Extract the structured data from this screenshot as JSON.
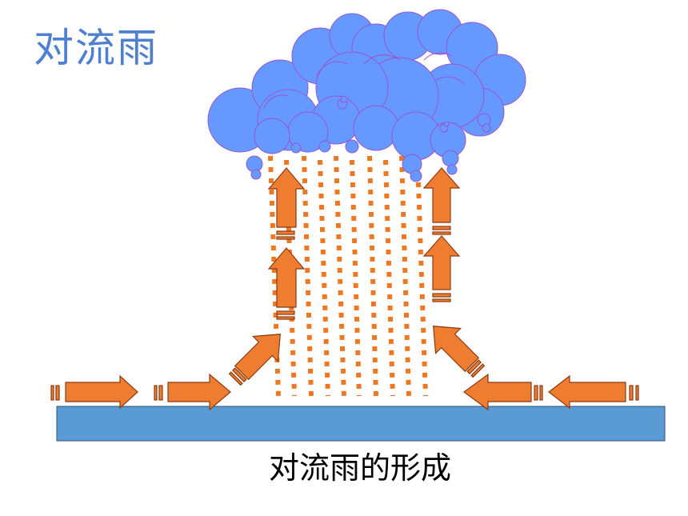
{
  "title": "对流雨",
  "caption": "对流雨的形成",
  "colors": {
    "title": "#4f7fd0",
    "cloud_fill": "#6699ff",
    "cloud_stroke": "#9955cc",
    "rain": "#ee7722",
    "arrow_fill": "#ee7d31",
    "arrow_stroke": "#8a3a10",
    "ground_fill": "#5b9bd5",
    "ground_stroke": "#2f4f6f"
  },
  "icons": {
    "cloud": "cloud-icon",
    "arrow": "airflow-arrow-icon",
    "rain": "rain-streaks",
    "ground": "ground-surface"
  }
}
